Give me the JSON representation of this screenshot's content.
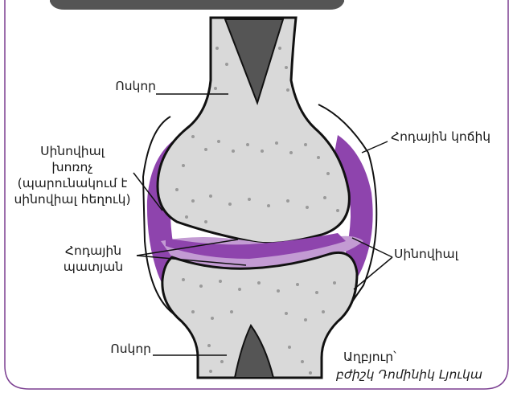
{
  "colors": {
    "frame": "#7b3f91",
    "top_bar": "#555555",
    "bone_fill": "#d9d9d9",
    "bone_dots": "#9a9a9a",
    "synovial_membrane": "#8e44ad",
    "synovial_fluid": "#c39bd3",
    "cartilage": "#b57ccf",
    "outline": "#111111",
    "marrow": "#555555"
  },
  "labels": {
    "bone_top": "Ոսկոր",
    "bone_bottom": "Ոսկոր",
    "joint_capsule": "Հոդային կոճիկ",
    "synovial_cavity": [
      "Սինովիալ",
      "խոռոչ",
      "(պարունակում է",
      "սինովիալ հեղուկ)"
    ],
    "articular_cartilage": [
      "Հոդային",
      "պատյան"
    ],
    "synovial_membrane": "Սինովիալ",
    "source": "Աղբյուր՝",
    "author": "բժիշկ Դոմինիկ Լյուկա"
  }
}
